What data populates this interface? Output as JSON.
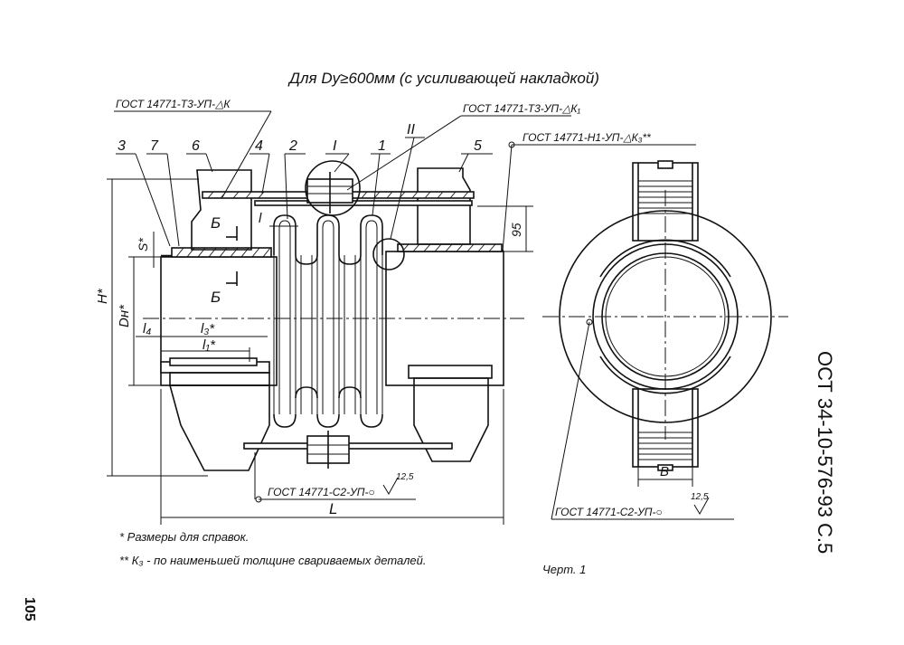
{
  "header": {
    "title": "Для Dy≥600мм (с усиливающей накладкой)"
  },
  "weld_labels": {
    "top_left": "ГОСТ 14771-Т3-УП-△К",
    "top_mid": "ГОСТ 14771-Т3-УП-△К₁",
    "top_right": "ГОСТ 14771-Н1-УП-△К₃**",
    "bottom_mid": "ГОСТ 14771-С2-УП-○",
    "bottom_mid_roughness": "12,5",
    "bottom_right": "ГОСТ 14771-С2-УП-○",
    "bottom_right_roughness": "12,5"
  },
  "position_numbers": [
    "3",
    "7",
    "6",
    "4",
    "2",
    "1",
    "5"
  ],
  "detail_marks": [
    "I",
    "II"
  ],
  "dimensions": {
    "h": "H*",
    "dn": "Dн*",
    "s": "S*",
    "l": "l",
    "l1": "l₁*",
    "l3": "l₃*",
    "l4": "l₄",
    "L": "L",
    "B": "B",
    "d95": "95",
    "section": "Б"
  },
  "notes": {
    "note1": "* Размеры для справок.",
    "note2": "** К₃ - по наименьшей толщине свариваемых деталей.",
    "figure": "Черт. 1"
  },
  "side": {
    "standard": "ОСТ 34-10-576-93 С.5",
    "page": "105"
  }
}
